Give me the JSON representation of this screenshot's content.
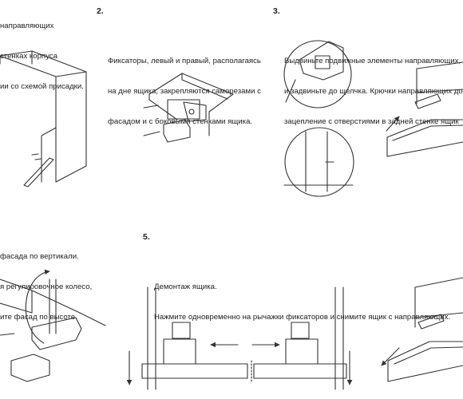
{
  "steps": [
    {
      "lines": [
        "направляющих",
        "стенках корпуса",
        "ии со схемой присадки."
      ]
    },
    {
      "number": "2.",
      "lines": [
        "Фиксаторы, левый и правый, располагаясь",
        "на дне ящика, закрепляются саморезами с",
        "фасадом и с боковыми стенками ящика."
      ]
    },
    {
      "number": "3.",
      "lines": [
        "Выдвиньте подвижные элементы направляющих,",
        "и задвиньте до щелчка. Крючки направляющих до",
        "зацепление с отверстиями в задней стенке ящик"
      ]
    },
    {
      "lines": [
        "фасада по вертикали.",
        "я регулировочное колесо,",
        "ите фасад по высоте."
      ]
    },
    {
      "number": "5.",
      "lines": [
        "Демонтаж ящика.",
        "Нажмите одновременно на рычажки фиксаторов и снимите ящик с направляющих."
      ]
    }
  ],
  "icons": {
    "arrow_left": "arrow-left-icon",
    "arrow_right": "arrow-right-icon",
    "arrow_down": "arrow-down-icon",
    "rotate": "rotate-arrow-icon"
  }
}
